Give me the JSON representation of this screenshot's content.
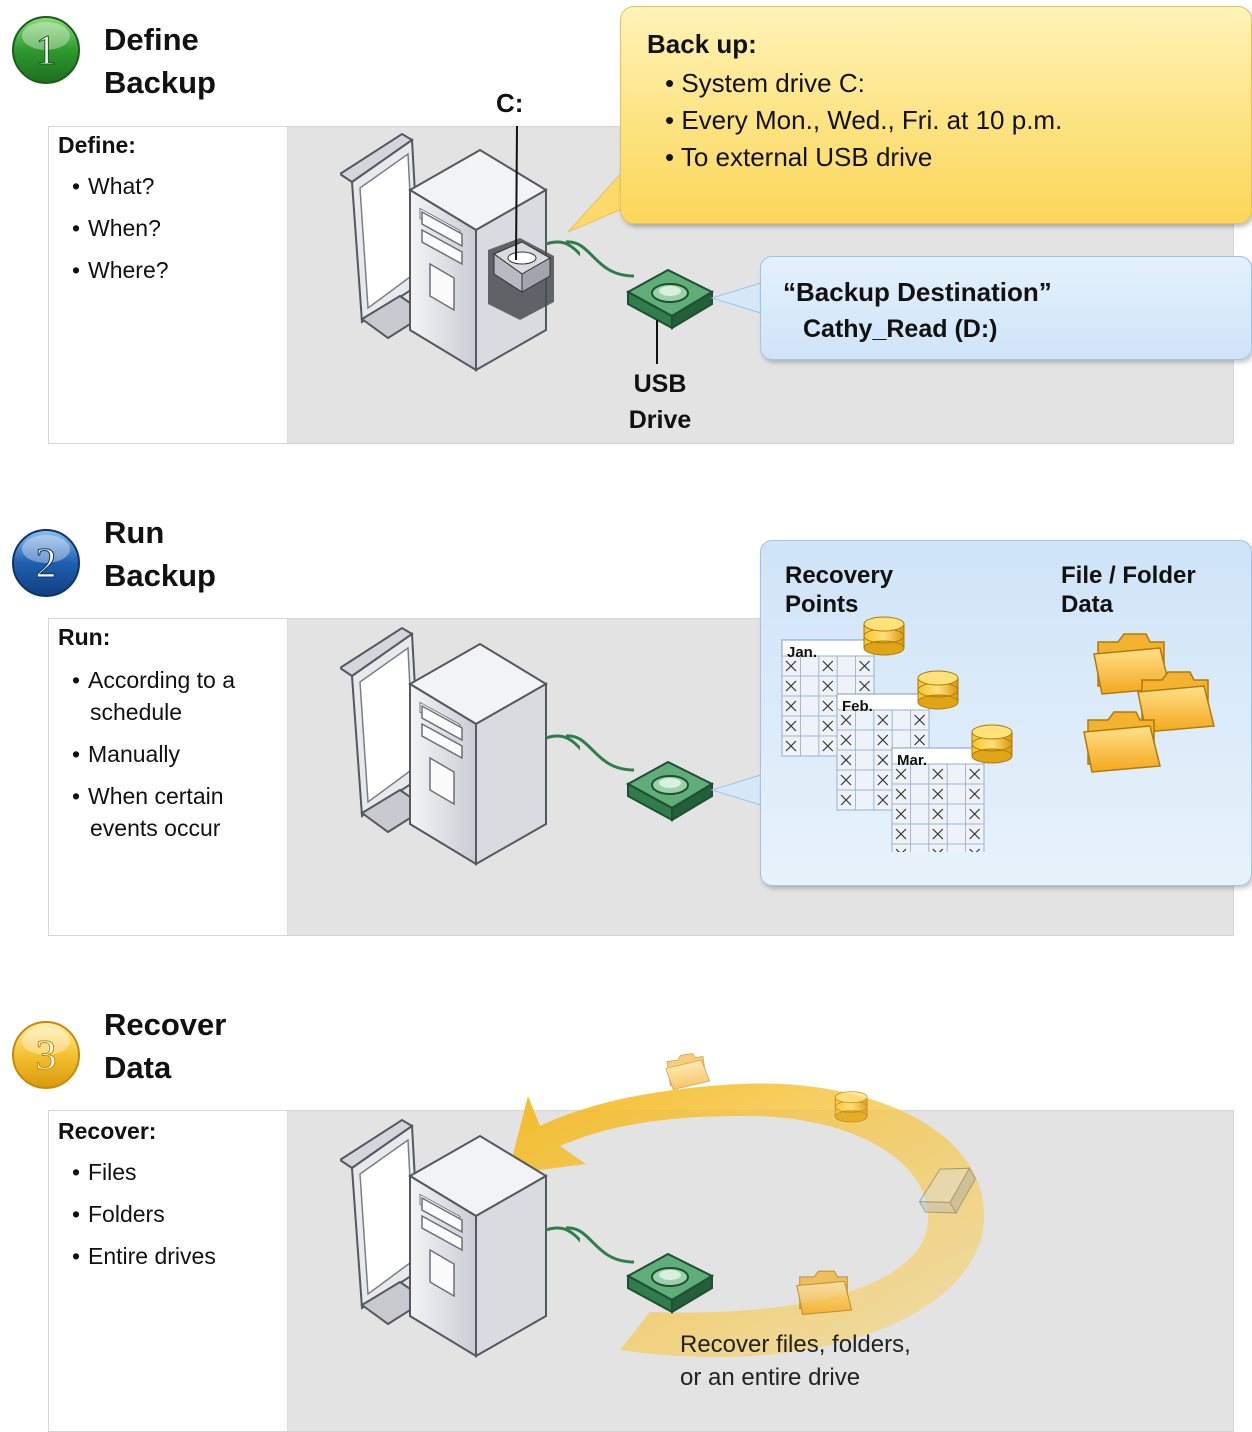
{
  "step1": {
    "number": "1",
    "title_line1": "Define",
    "title_line2": "Backup",
    "list_heading": "Define:",
    "items": [
      "What?",
      "When?",
      "Where?"
    ],
    "drive_label": "C:",
    "usb_label_line1": "USB",
    "usb_label_line2": "Drive",
    "callout": {
      "heading": "Back up:",
      "items": [
        "System drive C:",
        "Every Mon., Wed., Fri. at 10 p.m.",
        "To external USB drive"
      ]
    },
    "destination": {
      "line1": "“Backup Destination”",
      "line2": "Cathy_Read (D:)"
    }
  },
  "step2": {
    "number": "2",
    "title_line1": "Run",
    "title_line2": "Backup",
    "list_heading": "Run:",
    "items": [
      {
        "line1": "According to a",
        "line2": "schedule"
      },
      {
        "line1": "Manually"
      },
      {
        "line1": "When certain",
        "line2": "events occur"
      }
    ],
    "callout": {
      "recovery_line1": "Recovery",
      "recovery_line2": "Points",
      "files_line1": "File / Folder",
      "files_line2": "Data",
      "months": [
        "Jan.",
        "Feb.",
        "Mar."
      ]
    }
  },
  "step3": {
    "number": "3",
    "title_line1": "Recover",
    "title_line2": "Data",
    "list_heading": "Recover:",
    "items": [
      "Files",
      "Folders",
      "Entire drives"
    ],
    "caption_line1": "Recover files, folders,",
    "caption_line2": "or an entire drive"
  },
  "colors": {
    "step1_badge": "#2e9a2e",
    "step2_badge": "#1f5fb0",
    "step3_badge": "#f2b21a",
    "usb_drive": "#2f7d4a",
    "callout_yellow": "#fde68a",
    "callout_blue": "#d6e8f8"
  }
}
